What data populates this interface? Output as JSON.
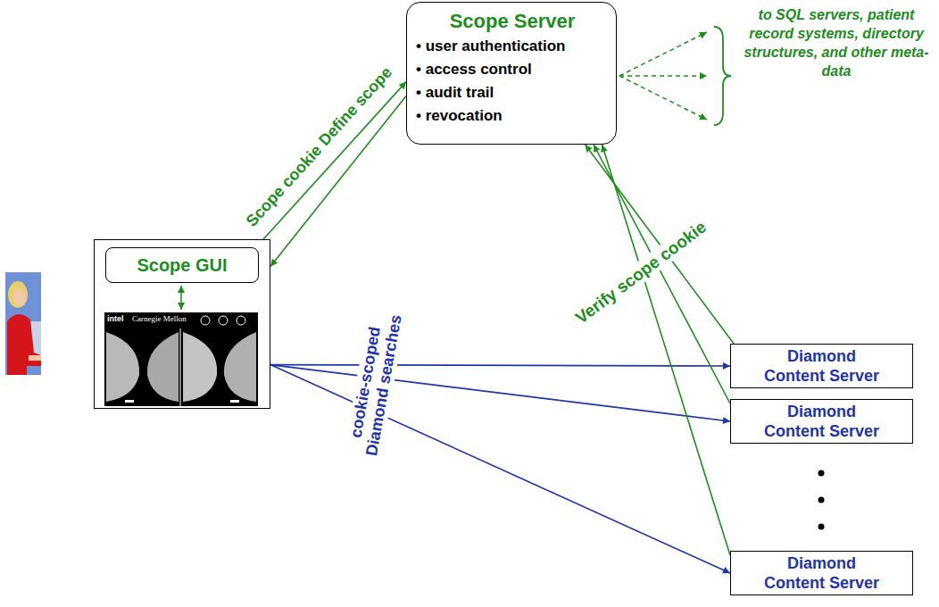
{
  "diagram": {
    "nodes": [
      {
        "text": [
          "Scope Server",
          "• user authentication",
          "• access control",
          "• audit trail",
          "• revocation"
        ]
      },
      {
        "text": [
          "intel",
          "Carnegie Mellon"
        ]
      },
      {
        "text": [
          "Scope GUI"
        ],
        "in": 1
      },
      {
        "text": [
          "Diamond Content Server"
        ]
      },
      {
        "text": [
          "Diamond Content Server"
        ]
      },
      {
        "text": [
          "Diamond Content Server"
        ]
      }
    ],
    "edges": [
      {
        "from": 1,
        "to": 0,
        "arrow": "to",
        "label": "Define scope"
      },
      {
        "from": 0,
        "to": 1,
        "arrow": "to",
        "label": "Scope cookie"
      },
      {
        "from": 1,
        "to": 3,
        "arrow": "to"
      },
      {
        "from": 1,
        "to": 4,
        "arrow": "to",
        "label": "cookie-scoped Diamond searches"
      },
      {
        "from": 1,
        "to": 5,
        "arrow": "to"
      },
      {
        "from": 3,
        "to": 0,
        "arrow": "to"
      },
      {
        "from": 4,
        "to": 0,
        "arrow": "to",
        "label": "Verify scope cookie"
      },
      {
        "from": 5,
        "to": 0,
        "arrow": "to"
      }
    ],
    "labels": [
      "to SQL servers, patient record systems, directory structures, and other meta-data"
    ]
  }
}
